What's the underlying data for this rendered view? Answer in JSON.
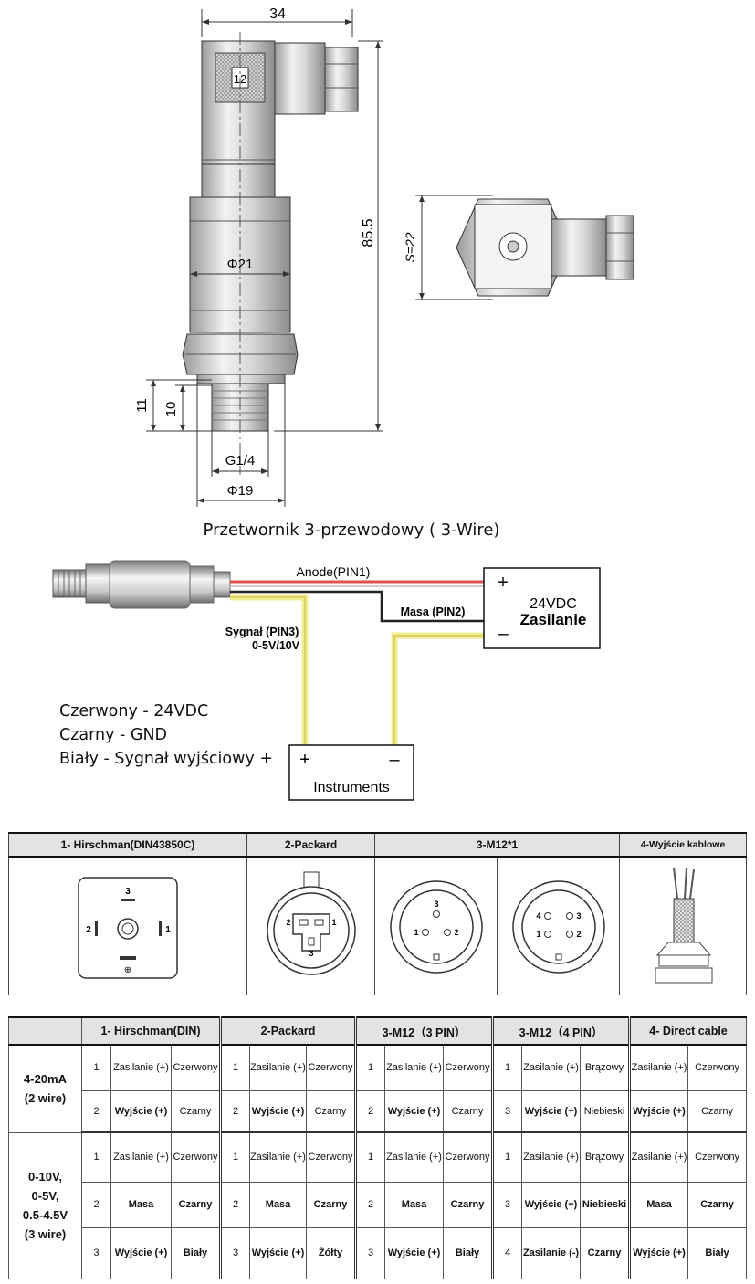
{
  "drawing": {
    "dim_width": "34",
    "dim_height": "85.5",
    "dim_body_dia": "Φ21",
    "dim_hex": "S=22",
    "dim_11": "11",
    "dim_10": "10",
    "dim_thread": "G1/4",
    "dim_base_dia": "Φ19",
    "connector_label": "12"
  },
  "caption": "Przetwornik 3-przewodowy ( 3-Wire)",
  "wiring": {
    "anode": "Anode(PIN1)",
    "masa": "Masa (PIN2)",
    "signal": "Sygnał (PIN3)",
    "signal_range": "0-5V/10V",
    "psu_line1": "24VDC",
    "psu_line2": "Zasilanie",
    "plus": "+",
    "minus": "–",
    "instruments": "Instruments"
  },
  "legend": [
    "Czerwony - 24VDC",
    "Czarny - GND",
    "Biały - Sygnał wyjściowy +"
  ],
  "connectors": {
    "headers": [
      "1- Hirschman(DIN43850C)",
      "2-Packard",
      "3-M12*1",
      "4-Wyjście kablowe"
    ],
    "din_pins": [
      "3",
      "2",
      "1",
      "⊕"
    ],
    "packard_pins": [
      "2",
      "1",
      "3"
    ],
    "m12_3_pins": [
      "3",
      "1",
      "2"
    ],
    "m12_4_pins": [
      "4",
      "3",
      "1",
      "2"
    ]
  },
  "pinout": {
    "headers": [
      "1- Hirschman(DIN)",
      "2-Packard",
      "3-M12（3 PIN）",
      "3-M12（4 PIN）",
      "4- Direct cable"
    ],
    "group_420": [
      "4-20mA",
      "(2 wire)"
    ],
    "group_v": [
      "0-10V,",
      "0-5V,",
      "0.5-4.5V",
      "(3 wire)"
    ],
    "rows": [
      [
        "1",
        "Zasilanie (+)",
        "Czerwony",
        "1",
        "Zasilanie (+)",
        "Czerwony",
        "1",
        "Zasilanie (+)",
        "Czerwony",
        "1",
        "Zasilanie (+)",
        "Brązowy",
        "Zasilanie (+)",
        "Czerwony"
      ],
      [
        "2",
        "Wyjście (+)",
        "Czarny",
        "2",
        "Wyjście (+)",
        "Czarny",
        "2",
        "Wyjście (+)",
        "Czarny",
        "3",
        "Wyjście (+)",
        "Niebieski",
        "Wyjście (+)",
        "Czarny"
      ],
      [
        "1",
        "Zasilanie (+)",
        "Czerwony",
        "1",
        "Zasilanie (+)",
        "Czerwony",
        "1",
        "Zasilanie (+)",
        "Czerwony",
        "1",
        "Zasilanie (+)",
        "Brązowy",
        "Zasilanie (+)",
        "Czerwony"
      ],
      [
        "2",
        "Masa",
        "Czarny",
        "2",
        "Masa",
        "Czarny",
        "2",
        "Masa",
        "Czarny",
        "3",
        "Wyjście (+)",
        "Niebieski",
        "Masa",
        "Czarny"
      ],
      [
        "3",
        "Wyjście (+)",
        "Biały",
        "3",
        "Wyjście (+)",
        "Żółty",
        "3",
        "Wyjście (+)",
        "Biały",
        "4",
        "Zasilanie (-)",
        "Czarny",
        "Wyjście (+)",
        "Biały"
      ]
    ]
  }
}
